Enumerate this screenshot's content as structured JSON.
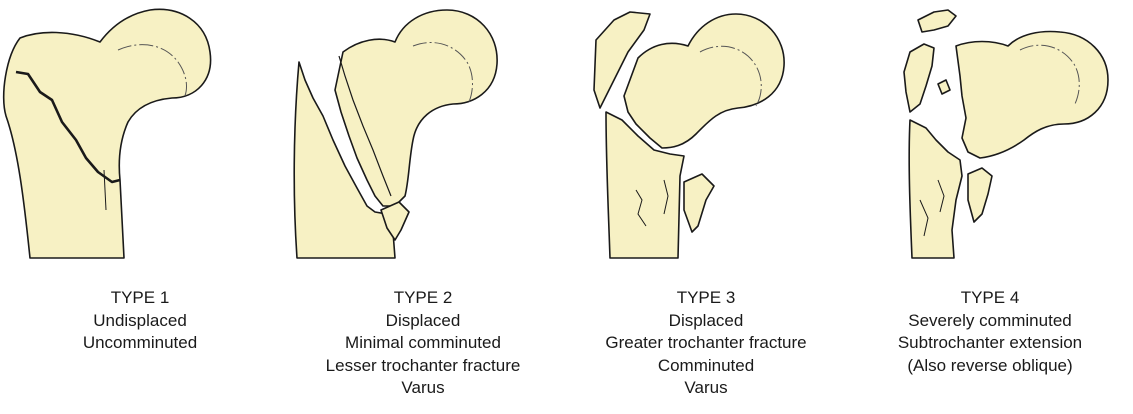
{
  "colors": {
    "bone_fill": "#f7f1c4",
    "outline": "#1a1a1a",
    "background": "#ffffff"
  },
  "figures": [
    {
      "type_label": "TYPE 1",
      "lines": [
        "Undisplaced",
        "Uncomminuted"
      ]
    },
    {
      "type_label": "TYPE 2",
      "lines": [
        "Displaced",
        "Minimal comminuted",
        "Lesser trochanter fracture",
        "Varus"
      ]
    },
    {
      "type_label": "TYPE 3",
      "lines": [
        "Displaced",
        "Greater trochanter fracture",
        "Comminuted",
        "Varus"
      ]
    },
    {
      "type_label": "TYPE 4",
      "lines": [
        "Severely comminuted",
        "Subtrochanter extension",
        "(Also reverse oblique)"
      ]
    }
  ]
}
